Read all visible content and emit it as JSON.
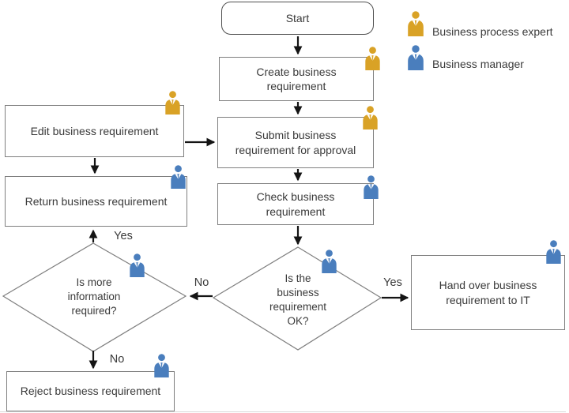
{
  "colors": {
    "expert": "#D9A226",
    "manager": "#4A7EBD"
  },
  "nodes": {
    "start": "Start",
    "create": "Create business\nrequirement",
    "submit": "Submit business\nrequirement for approval",
    "check": "Check business\nrequirement",
    "decision_ok": "Is the\nbusiness\nrequirement\nOK?",
    "handover": "Hand over business\nrequirement to IT",
    "edit": "Edit business requirement",
    "return": "Return business requirement",
    "decision_info": "Is more\ninformation\nrequired?",
    "reject": "Reject business requirement"
  },
  "edge_labels": {
    "ok_yes": "Yes",
    "ok_no": "No",
    "info_yes": "Yes",
    "info_no": "No"
  },
  "legend": [
    {
      "label": "Business process expert"
    },
    {
      "label": "Business manager"
    }
  ]
}
